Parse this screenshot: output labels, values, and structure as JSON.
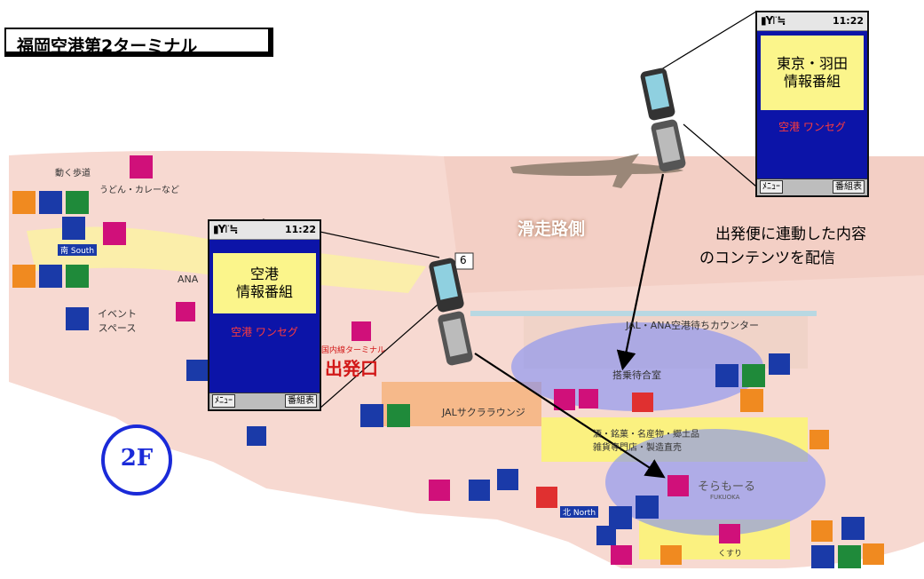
{
  "title": "福岡空港第2ターミナル",
  "floor_label": "2F",
  "runway_label": "滑走路側",
  "caption": [
    "出発便に連動した内容",
    "のコンテンツを配信"
  ],
  "phones": [
    {
      "status_time": "11:22",
      "program_title": "空港\n情報番組",
      "service": "空港 ワンセグ",
      "softkey_left": "ﾒﾆｭｰ",
      "softkey_right": "番組表"
    },
    {
      "status_time": "11:22",
      "program_title": "東京・羽田\n情報番組",
      "service": "空港 ワンセグ",
      "softkey_left": "ﾒﾆｭｰ",
      "softkey_right": "番組表"
    }
  ],
  "map_labels": {
    "walkway": "動く歩道",
    "udon": "うどん・カレーなど",
    "south": "南 South",
    "event": "イベント\nスペース",
    "ana": "ANA",
    "departure_terminal": "国内線ターミナル",
    "departure_gate": "出発口",
    "jal_lounge": "JALサクララウンジ",
    "jal_ana_counter": "JAL・ANA空港待ちカウンター",
    "waiting_room": "搭乗待合室",
    "shops": "酒・銘菓・名産物・郷土品\n雑貨専門店・製造直売",
    "sora_mall": "そらもーる",
    "fukuoka": "FUKUOKA",
    "north": "北 North",
    "gate6": "6",
    "kusuri": "くすり"
  },
  "colors": {
    "accent_blue": "#1a2ad8",
    "screen_blue": "#0c14a8",
    "screen_yellow": "#fbf58b",
    "map_pink": "#f7d6cf",
    "map_yellow": "#fbf180",
    "highlight": "#7f8ef5"
  }
}
